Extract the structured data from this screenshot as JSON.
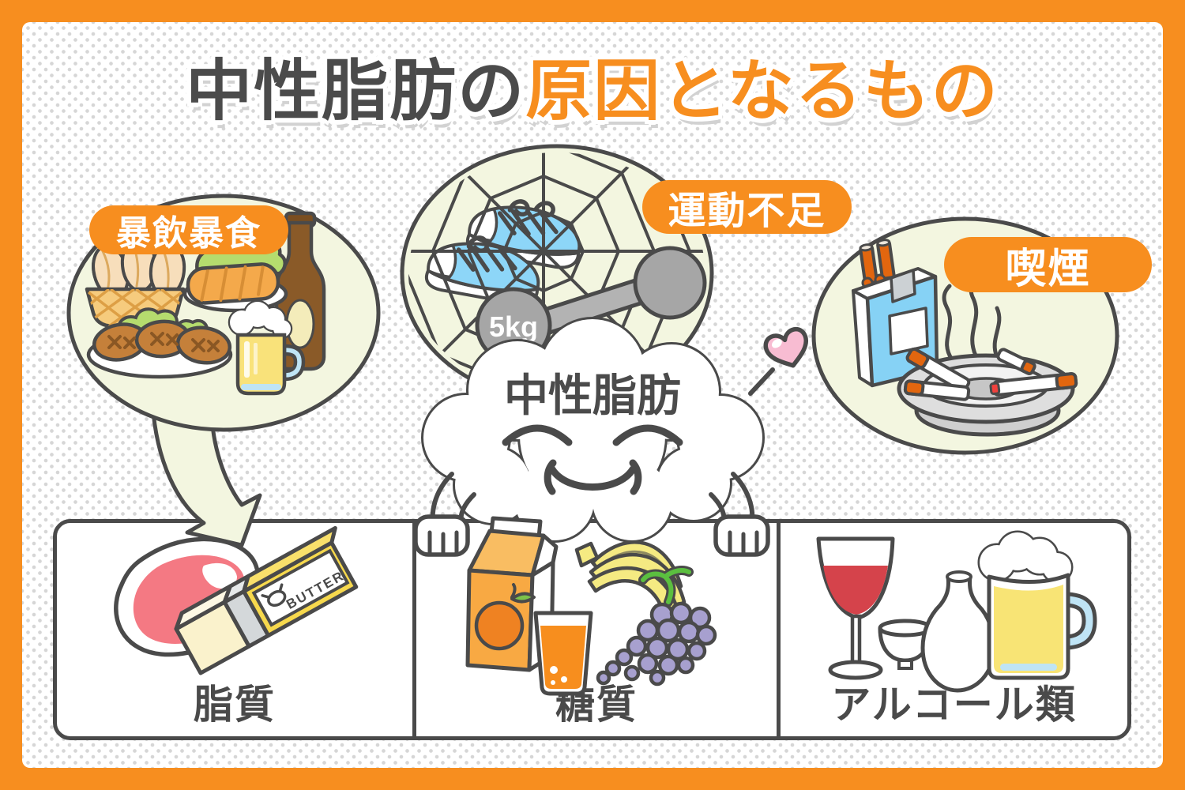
{
  "title": {
    "prefix": "中性脂肪の",
    "highlight": "原因となるもの"
  },
  "causes": {
    "overeating": "暴飲暴食",
    "lack_of_exercise": "運動不足",
    "smoking": "喫煙"
  },
  "character": {
    "name": "中性脂肪"
  },
  "labels": {
    "dumbbell_weight": "5kg",
    "butter_brand": "BUTTER"
  },
  "categories": {
    "fat": "脂質",
    "sugar": "糖質",
    "alcohol": "アルコール類"
  },
  "colors": {
    "accent_orange": "#f78e1f",
    "outline_gray": "#4a4a4a",
    "ellipse_fill": "#f3f6e0",
    "title_gray": "#4b4b4b",
    "meat_pink": "#f47983",
    "wine_red": "#d5434b",
    "beer_yellow": "#f8e475",
    "sneaker_blue": "#8dd6f8",
    "grape_purple": "#a7a0cf"
  }
}
